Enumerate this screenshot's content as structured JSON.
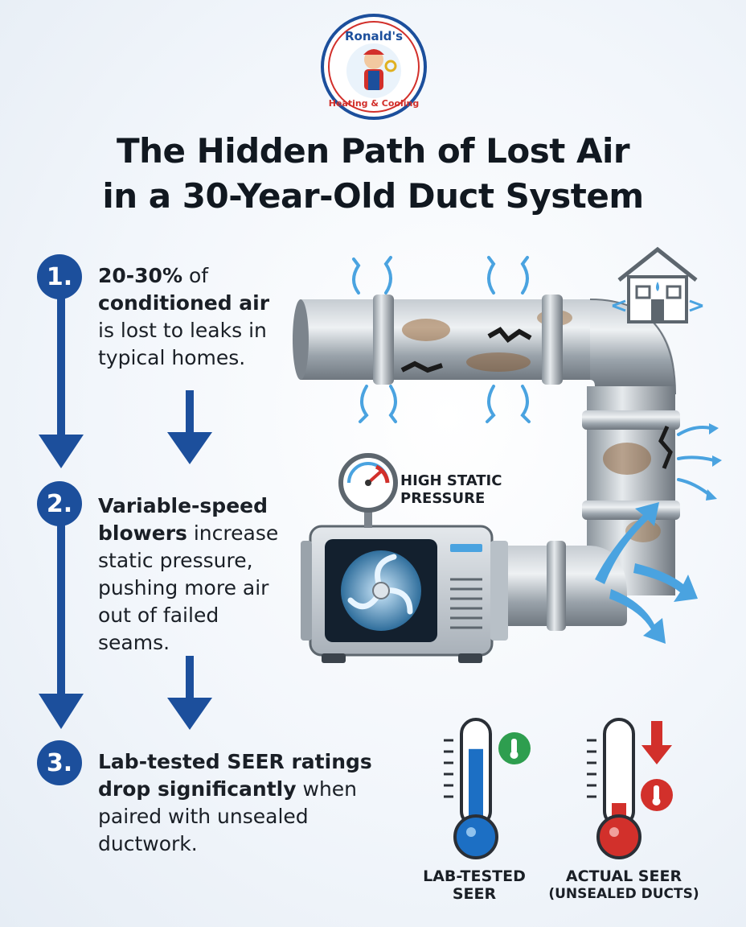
{
  "logo": {
    "line1": "Ronald's",
    "line2": "Heating & Cooling"
  },
  "title": {
    "line1": "The Hidden Path of Lost Air",
    "line2": "in a 30-Year-Old Duct System"
  },
  "steps": [
    {
      "number": "1.",
      "bold1": "20-30%",
      "text1": " of",
      "bold2": "conditioned air",
      "text2": "is lost to leaks in",
      "text3": "typical homes."
    },
    {
      "number": "2.",
      "bold1": "Variable-speed",
      "bold2": "blowers",
      "text1": " increase",
      "text2": "static pressure,",
      "text3": "pushing more air",
      "text4": "out of failed",
      "text5": "seams."
    },
    {
      "number": "3.",
      "bold1": "Lab-tested SEER ratings",
      "bold2": "drop significantly",
      "text1": " when",
      "text2": "paired with unsealed",
      "text3": "ductwork."
    }
  ],
  "gauge": {
    "line1": "HIGH STATIC",
    "line2": "PRESSURE"
  },
  "thermometers": [
    {
      "line1": "LAB-TESTED",
      "line2": "SEER",
      "level": 0.78
    },
    {
      "line1": "ACTUAL SEER",
      "line2": "(UNSEALED DUCTS)",
      "level": 0.3
    }
  ],
  "colors": {
    "accent": "#1c4f9c",
    "air": "#4aa3e0",
    "good": "#2e9e4f",
    "bad": "#d2302b",
    "pipe": "#9aa3ab"
  },
  "icons": [
    "house-icon",
    "fan-icon",
    "pressure-gauge-icon",
    "thermometer-icon",
    "down-arrow-icon"
  ]
}
